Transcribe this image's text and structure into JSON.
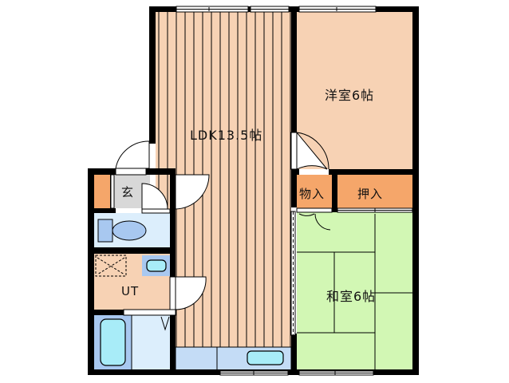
{
  "floor_plan": {
    "rooms": [
      {
        "id": "ldk",
        "label": "LDK13.5帖",
        "type": "LDK",
        "size_jo": 13.5
      },
      {
        "id": "western",
        "label": "洋室6帖",
        "type": "Western-style room",
        "size_jo": 6
      },
      {
        "id": "japanese",
        "label": "和室6帖",
        "type": "Japanese-style room",
        "size_jo": 6
      },
      {
        "id": "storage",
        "label": "物入",
        "type": "Storage"
      },
      {
        "id": "closet",
        "label": "押入",
        "type": "Closet"
      },
      {
        "id": "entrance",
        "label": "玄",
        "type": "Entrance"
      },
      {
        "id": "utility",
        "label": "UT",
        "type": "Utility / Washroom"
      },
      {
        "id": "toilet",
        "label": "",
        "type": "Toilet"
      },
      {
        "id": "bath",
        "label": "",
        "type": "Bathroom"
      },
      {
        "id": "kitchen",
        "label": "",
        "type": "Kitchen counter"
      }
    ],
    "colors": {
      "wall": "#000000",
      "flooring": "#f7d2b4",
      "storage": "#f5a66a",
      "tatami": "#d2f7b4",
      "wet_area": "#dceefc",
      "fixture": "#a8c8f0",
      "sink": "#a8ecf8",
      "entrance": "#d8d8d8",
      "door": "#ffffff"
    }
  }
}
